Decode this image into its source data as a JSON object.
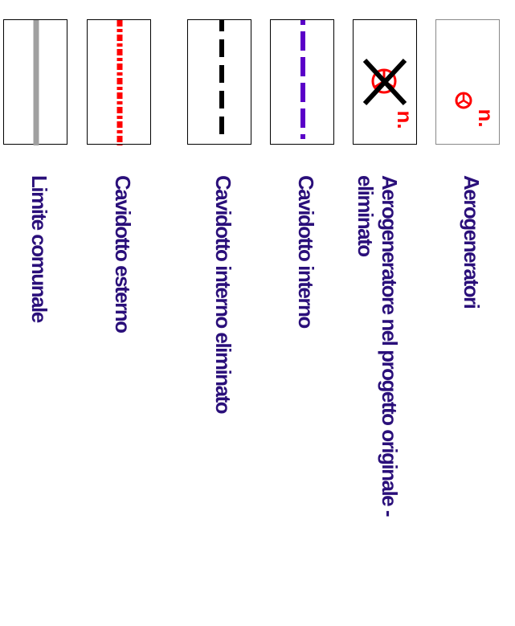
{
  "legend": {
    "items": [
      {
        "label": "Aerogeneratori",
        "symbol": "turbine-icon",
        "tag": "n."
      },
      {
        "label": "Aerogeneratore nel progetto originale -\neliminato",
        "symbol": "turbine-crossed-icon",
        "tag": "n."
      },
      {
        "label": "Cavidotto interno",
        "symbol": "line-purple-dashed"
      },
      {
        "label": "Cavidotto interno eliminato",
        "symbol": "line-black-dashed"
      },
      {
        "label": "Cavidotto esterno",
        "symbol": "line-red-dashed"
      },
      {
        "label": "Limite comunale",
        "symbol": "line-gray-solid"
      }
    ]
  },
  "colors": {
    "label_text": "#2a0f7a",
    "turbine_red": "#ff0000",
    "purple_line": "#5a00c8",
    "black_line": "#000000",
    "red_line": "#ff0000",
    "gray_line": "#a0a0a0"
  }
}
